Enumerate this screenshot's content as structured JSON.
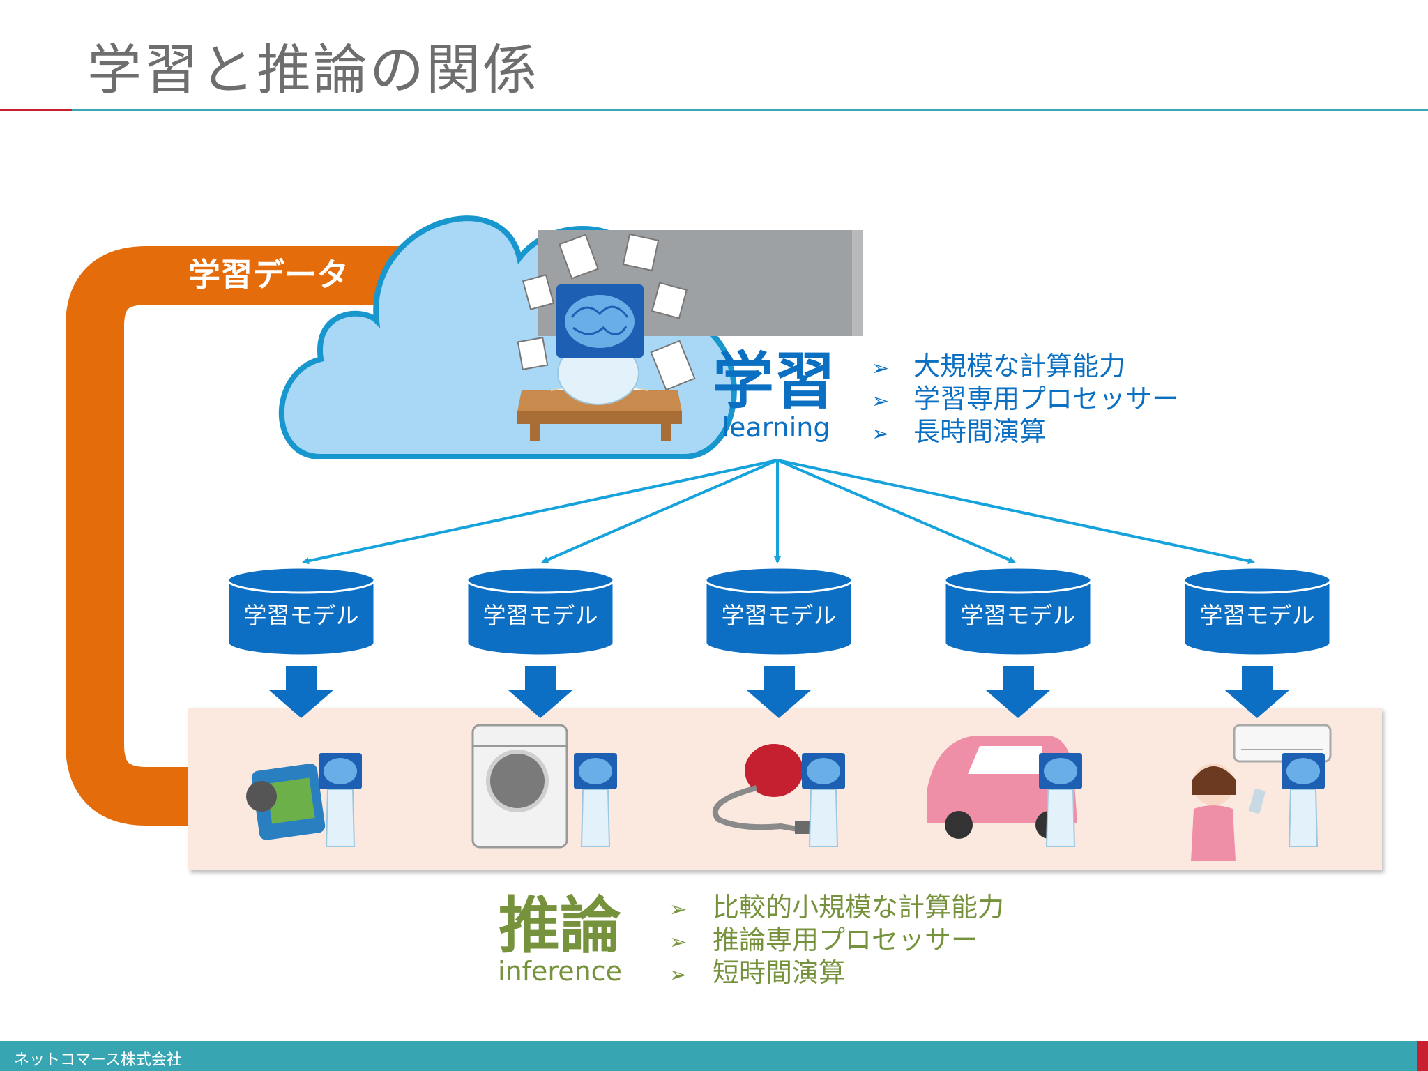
{
  "title": "学習と推論の関係",
  "feedback_label": "学習データ",
  "learning": {
    "title": "学習",
    "subtitle": "learning",
    "bullets": [
      "大規模な計算能力",
      "学習専用プロセッサー",
      "長時間演算"
    ]
  },
  "models": [
    "学習モデル",
    "学習モデル",
    "学習モデル",
    "学習モデル",
    "学習モデル"
  ],
  "devices": [
    "video-camera",
    "washing-machine",
    "vacuum-cleaner",
    "car",
    "air-conditioner"
  ],
  "inference": {
    "title": "推論",
    "subtitle": "inference",
    "bullets": [
      "比較的小規模な計算能力",
      "推論専用プロセッサー",
      "短時間演算"
    ]
  },
  "bullet_glyph": "➢",
  "footer": {
    "company": "ネットコマース株式会社"
  },
  "colors": {
    "learning_blue": "#0b6fc2",
    "model_blue": "#0d6fc4",
    "arrow_orange": "#e46c0a",
    "cloud_fill": "#a8d8f5",
    "cloud_stroke": "#1897cf",
    "inference_green": "#76923c",
    "band_fill": "#fbe9df",
    "connector": "#16a3dc",
    "footer_teal": "#37a6b2",
    "accent_red": "#c8202f"
  }
}
